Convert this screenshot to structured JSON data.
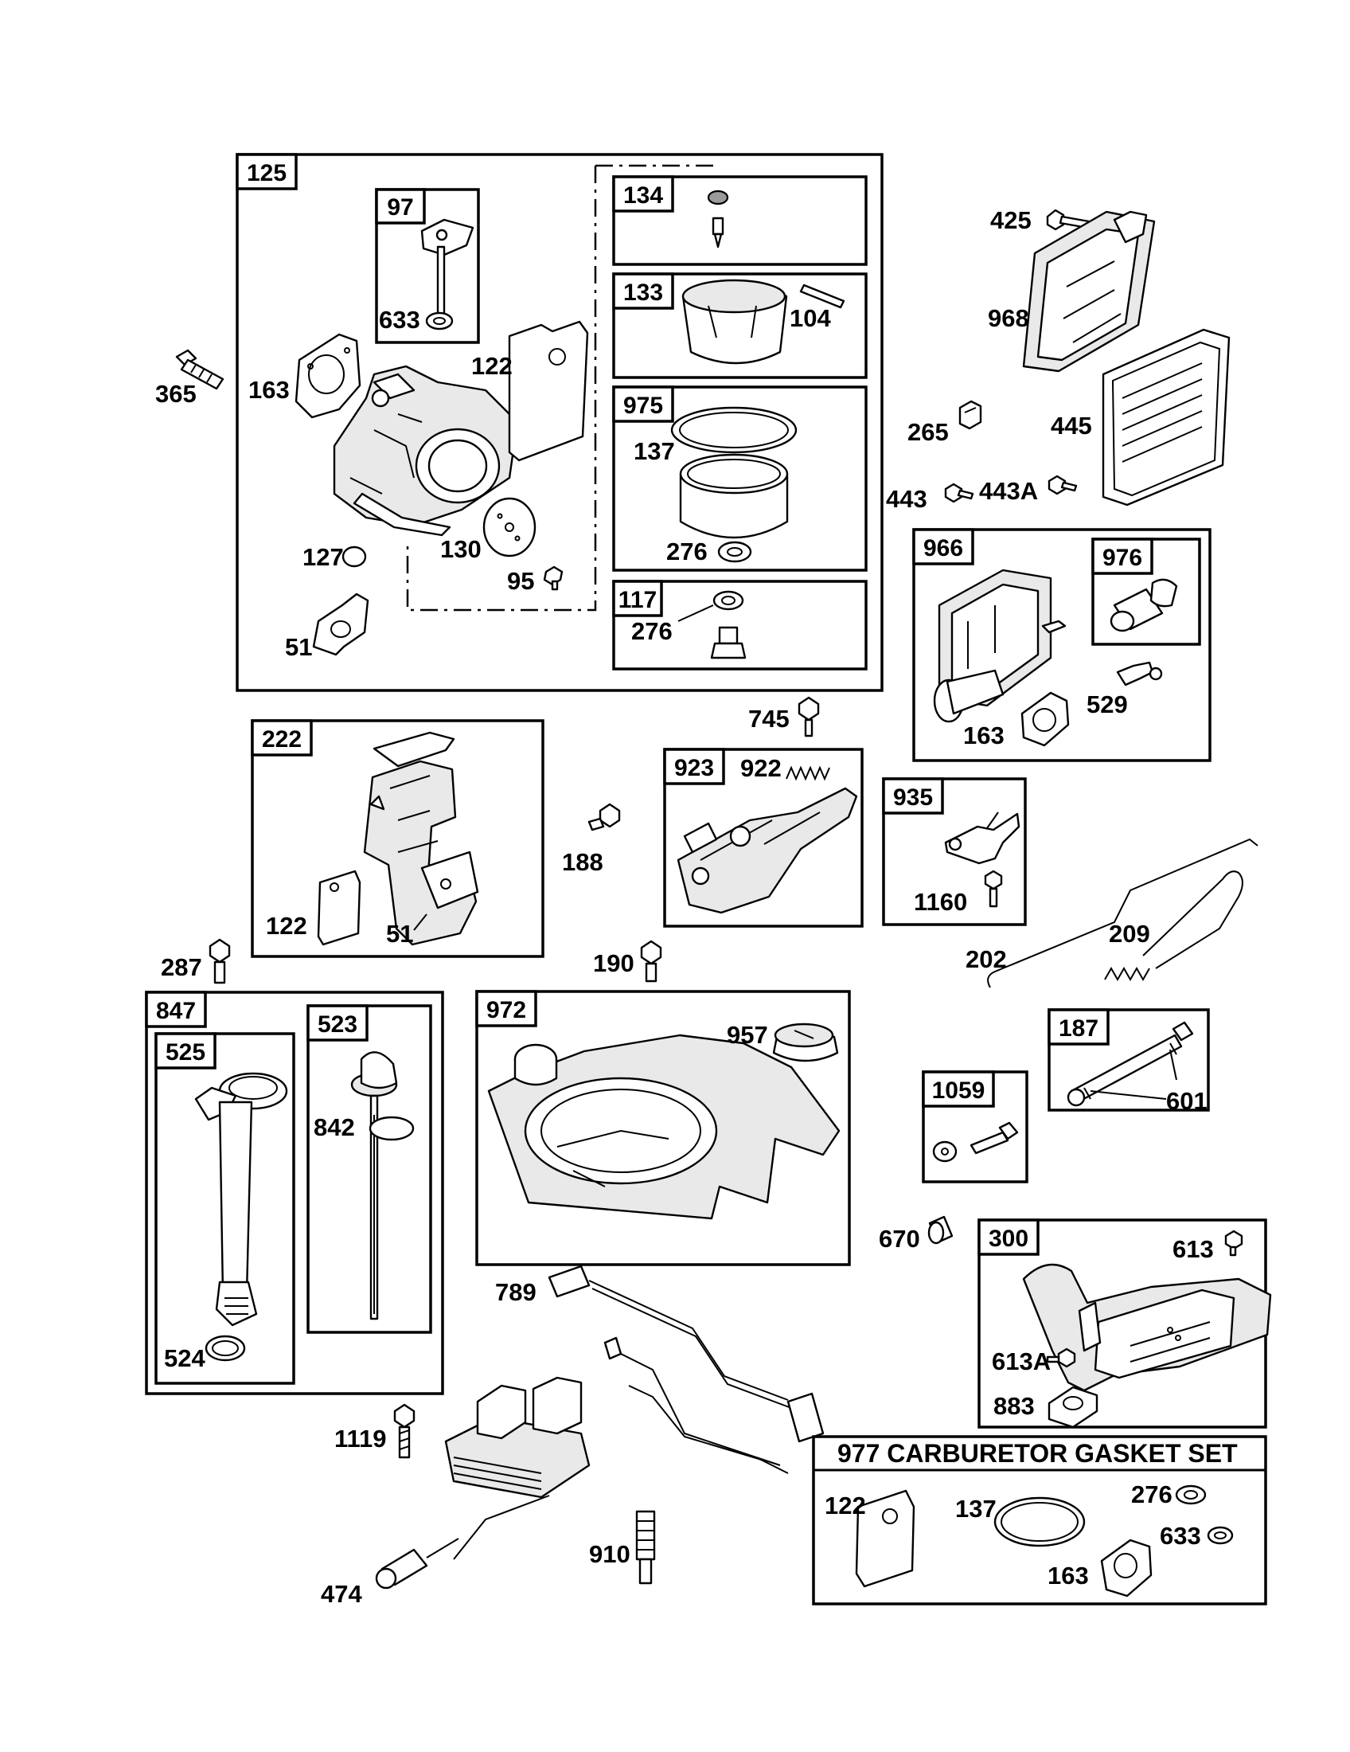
{
  "groups": {
    "g125": "125",
    "g97": "97",
    "g134": "134",
    "g133": "133",
    "g975": "975",
    "g117": "117",
    "g966": "966",
    "g976": "976",
    "g222": "222",
    "g923": "923",
    "g935": "935",
    "g847": "847",
    "g525": "525",
    "g523": "523",
    "g972": "972",
    "g187": "187",
    "g1059": "1059",
    "g300": "300"
  },
  "parts": {
    "p97_633": "633",
    "p365": "365",
    "p163a": "163",
    "p122a": "122",
    "p104": "104",
    "p137a": "137",
    "p276a": "276",
    "p127": "127",
    "p130": "130",
    "p95": "95",
    "p51a": "51",
    "p276b": "276",
    "p425": "425",
    "p968": "968",
    "p265": "265",
    "p445": "445",
    "p443": "443",
    "p443A": "443A",
    "p529": "529",
    "p163b": "163",
    "p745": "745",
    "p922": "922",
    "p188": "188",
    "p1160": "1160",
    "p122b": "122",
    "p51b": "51",
    "p287": "287",
    "p190": "190",
    "p202": "202",
    "p209": "209",
    "p957": "957",
    "p842": "842",
    "p524": "524",
    "p601": "601",
    "p670": "670",
    "p613": "613",
    "p613A": "613A",
    "p883": "883",
    "p789": "789",
    "p1119": "1119",
    "p474": "474",
    "p910": "910"
  },
  "gasket_set": {
    "title": "977 CARBURETOR  GASKET SET",
    "p122": "122",
    "p137": "137",
    "p276": "276",
    "p633": "633",
    "p163": "163"
  }
}
